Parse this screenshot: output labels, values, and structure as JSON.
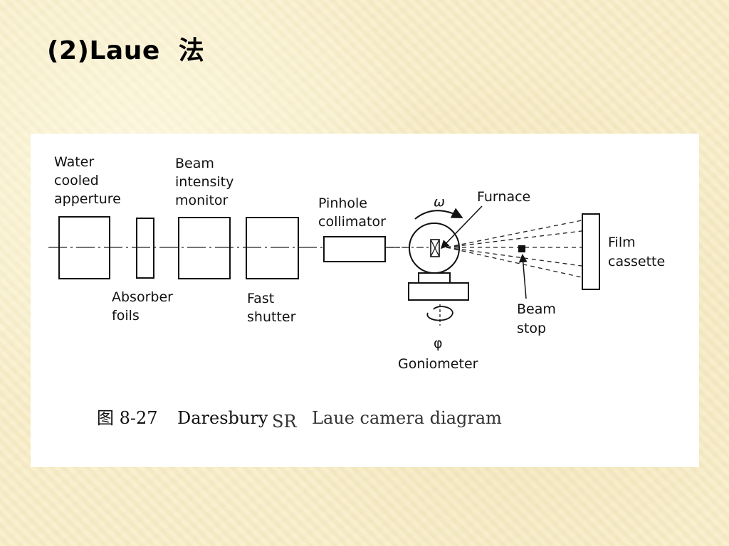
{
  "slide": {
    "title": "(2)Laue  法"
  },
  "diagram": {
    "labels": {
      "water_cooled_apperture": [
        "Water",
        "cooled",
        "apperture"
      ],
      "absorber_foils": [
        "Absorber",
        "foils"
      ],
      "beam_intensity_monitor": [
        "Beam",
        "intensity",
        "monitor"
      ],
      "fast_shutter": [
        "Fast",
        "shutter"
      ],
      "pinhole_collimator": [
        "Pinhole",
        "collimator"
      ],
      "omega": "ω",
      "furnace": "Furnace",
      "phi": "φ",
      "goniometer": "Goniometer",
      "beam_stop": [
        "Beam",
        "stop"
      ],
      "film_cassette": [
        "Film",
        "cassette"
      ]
    },
    "caption": {
      "figure_number": "图 8-27",
      "source": "Daresbury",
      "sr": "SR",
      "text": "Laue camera diagram"
    }
  }
}
